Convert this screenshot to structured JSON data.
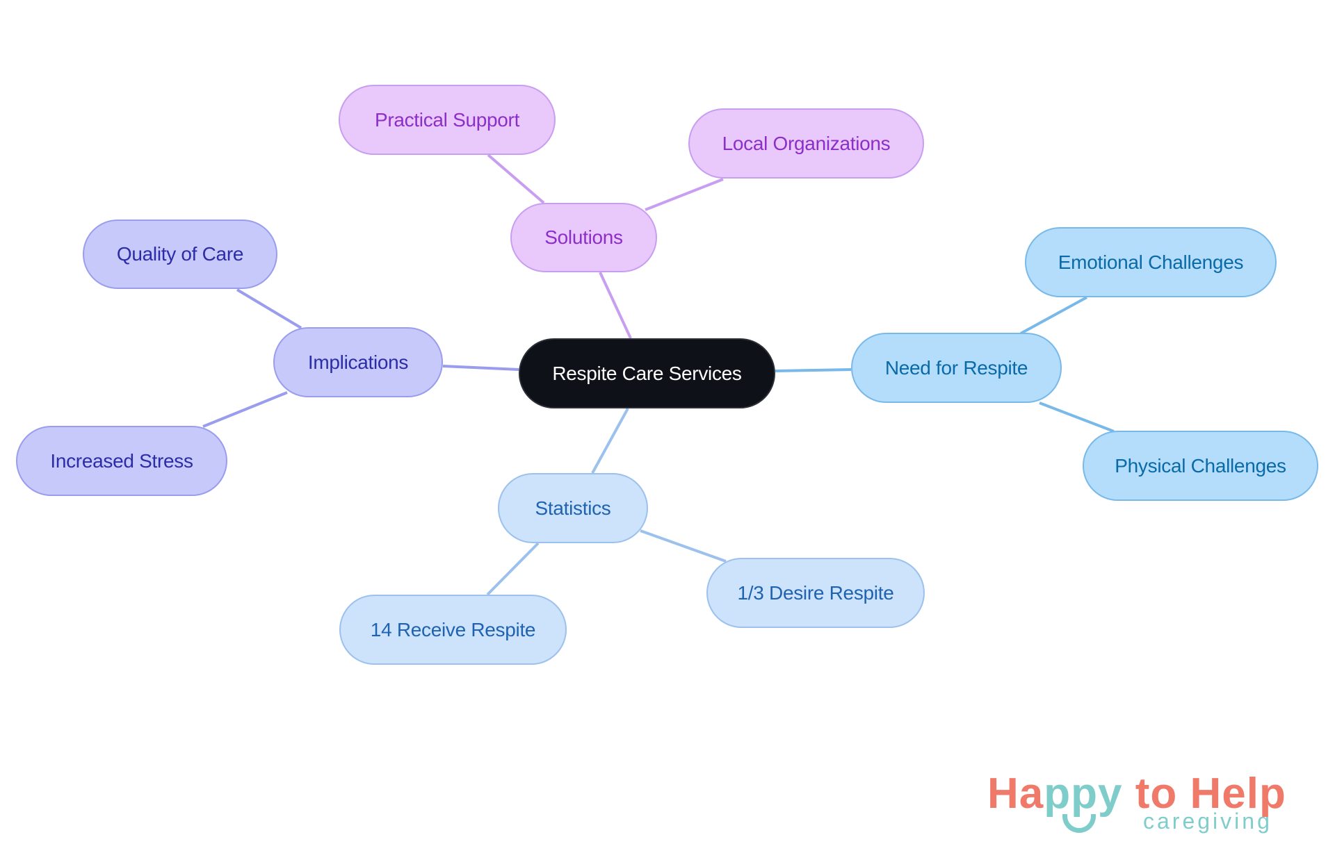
{
  "diagram": {
    "type": "mindmap",
    "root": {
      "id": "root",
      "label": "Respite Care Services"
    },
    "branches": [
      {
        "id": "solutions",
        "label": "Solutions",
        "children": [
          {
            "id": "practical-support",
            "label": "Practical Support"
          },
          {
            "id": "local-organizations",
            "label": "Local Organizations"
          }
        ]
      },
      {
        "id": "implications",
        "label": "Implications",
        "children": [
          {
            "id": "quality-of-care",
            "label": "Quality of Care"
          },
          {
            "id": "increased-stress",
            "label": "Increased Stress"
          }
        ]
      },
      {
        "id": "need-for-respite",
        "label": "Need for Respite",
        "children": [
          {
            "id": "emotional-challenges",
            "label": "Emotional Challenges"
          },
          {
            "id": "physical-challenges",
            "label": "Physical Challenges"
          }
        ]
      },
      {
        "id": "statistics",
        "label": "Statistics",
        "children": [
          {
            "id": "receive-respite",
            "label": "14 Receive Respite"
          },
          {
            "id": "desire-respite",
            "label": "1/3 Desire Respite"
          }
        ]
      }
    ]
  },
  "colors": {
    "root_fill": "#0e1218",
    "solutions_fill": "#e9c8fb",
    "solutions_text": "#8c2fc9",
    "solutions_line": "#c89ef0",
    "implications_fill": "#c7c9fb",
    "implications_text": "#2c2ca8",
    "implications_line": "#9a9ded",
    "need_fill": "#b4ddfb",
    "need_text": "#0a6aa8",
    "need_line": "#78b9ea",
    "statistics_fill": "#cde2fb",
    "statistics_text": "#1f63b0",
    "statistics_line": "#9cc1ec",
    "logo_coral": "#f07a6a",
    "logo_teal": "#7fcdcb"
  },
  "logo": {
    "part1": "Ha",
    "part2": "ppy",
    "part3": " to Help",
    "tagline": "caregiving"
  }
}
